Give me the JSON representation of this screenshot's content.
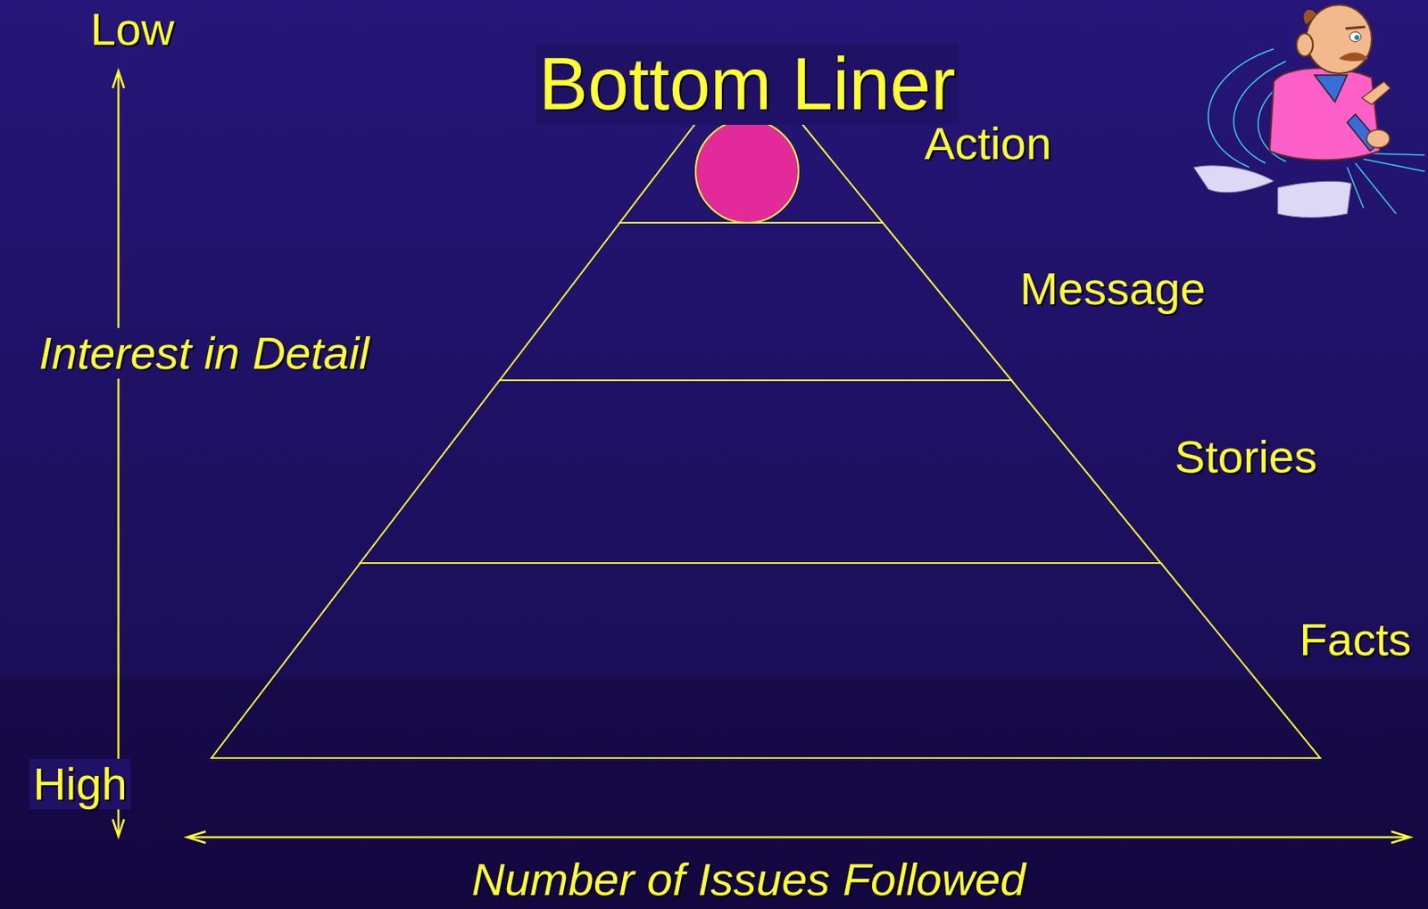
{
  "diagram": {
    "title": "Bottom Liner",
    "nodes": [
      {
        "text": [
          "Action"
        ]
      },
      {
        "text": [
          "Message"
        ]
      },
      {
        "text": [
          "Stories"
        ]
      },
      {
        "text": [
          "Facts"
        ]
      }
    ],
    "labels": [
      "Low",
      "Interest in Detail",
      "High",
      "Number of Issues Followed"
    ]
  }
}
